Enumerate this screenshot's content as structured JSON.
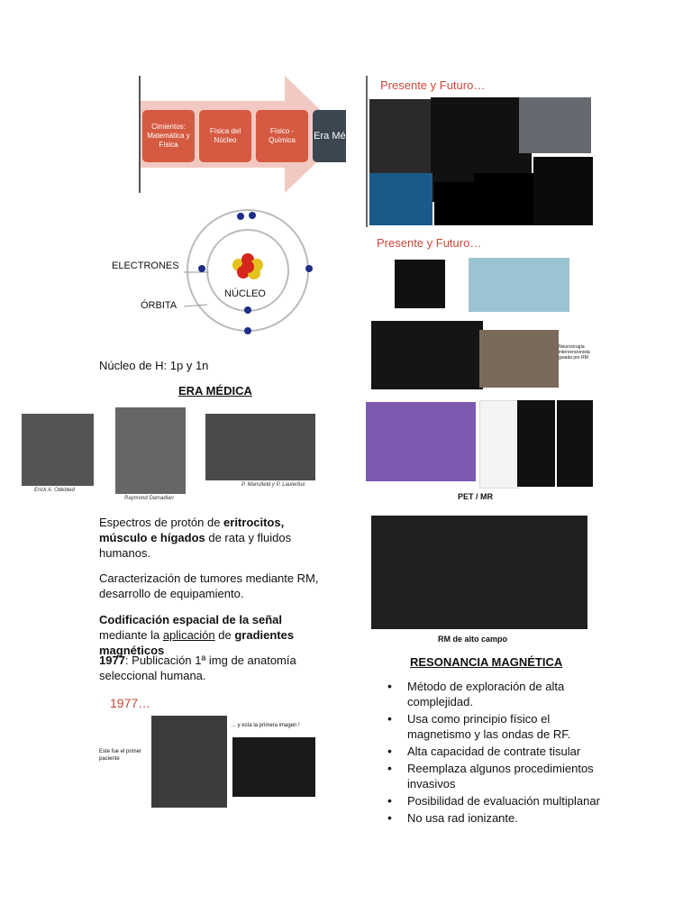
{
  "timeline": {
    "boxes": [
      "Cimientos: Matemática y Física",
      "Física del Núcleo",
      "Físico - Química",
      "Era Médica"
    ]
  },
  "atom": {
    "electrons_label": "ELECTRONES",
    "orbit_label": "ÓRBITA",
    "nucleus_label": "NÚCLEO"
  },
  "left": {
    "hydrogen": "Núcleo de H: 1p y 1n",
    "era_title": "ERA MÉDICA",
    "portraits": [
      {
        "caption": "Erick A. Odebled"
      },
      {
        "caption": "Raymond Damadian"
      },
      {
        "caption": "P. Mansfield y P. Lauterbur"
      }
    ],
    "p1_a": "Espectros de protón de ",
    "p1_b": "eritrocitos, músculo e hígados",
    "p1_c": " de rata y fluidos humanos.",
    "p2": "Caracterización de tumores mediante RM, desarrollo de equipamiento.",
    "p3_a": "Codificación espacial de la señal",
    "p3_b": " mediante la ",
    "p3_c": "aplicación",
    "p3_d": " de ",
    "p3_e": "gradientes magnéticos",
    "p4_a": "1977",
    "p4_b": ": Publicación 1ª img de anatomía seleccional humana.",
    "fig1977": {
      "title": "1977…",
      "first_patient": "Este fue el primer paciente",
      "first_image": "… y esta la primera imagen !"
    }
  },
  "right": {
    "panel1_title": "Presente y Futuro…",
    "panel2_title": "Presente y Futuro…",
    "panel2_note": "Neurocirugía intervencionista guiada por RM",
    "petmr": "PET / MR",
    "highfield": "RM de alto campo",
    "rm_title": "RESONANCIA MAGNÉTICA",
    "bullets": [
      "Método de exploración de alta complejidad.",
      "Usa como principio físico el magnetismo y las ondas de RF.",
      "Alta capacidad de contrate tisular",
      "Reemplaza algunos procedimientos invasivos",
      "Posibilidad de evaluación multiplanar",
      "No usa rad ionizante."
    ]
  },
  "colors": {
    "accent_red": "#c9473b",
    "box_red": "#d55a42",
    "arrow_pink": "#f2c9c2",
    "dark_box": "#3b4650"
  }
}
